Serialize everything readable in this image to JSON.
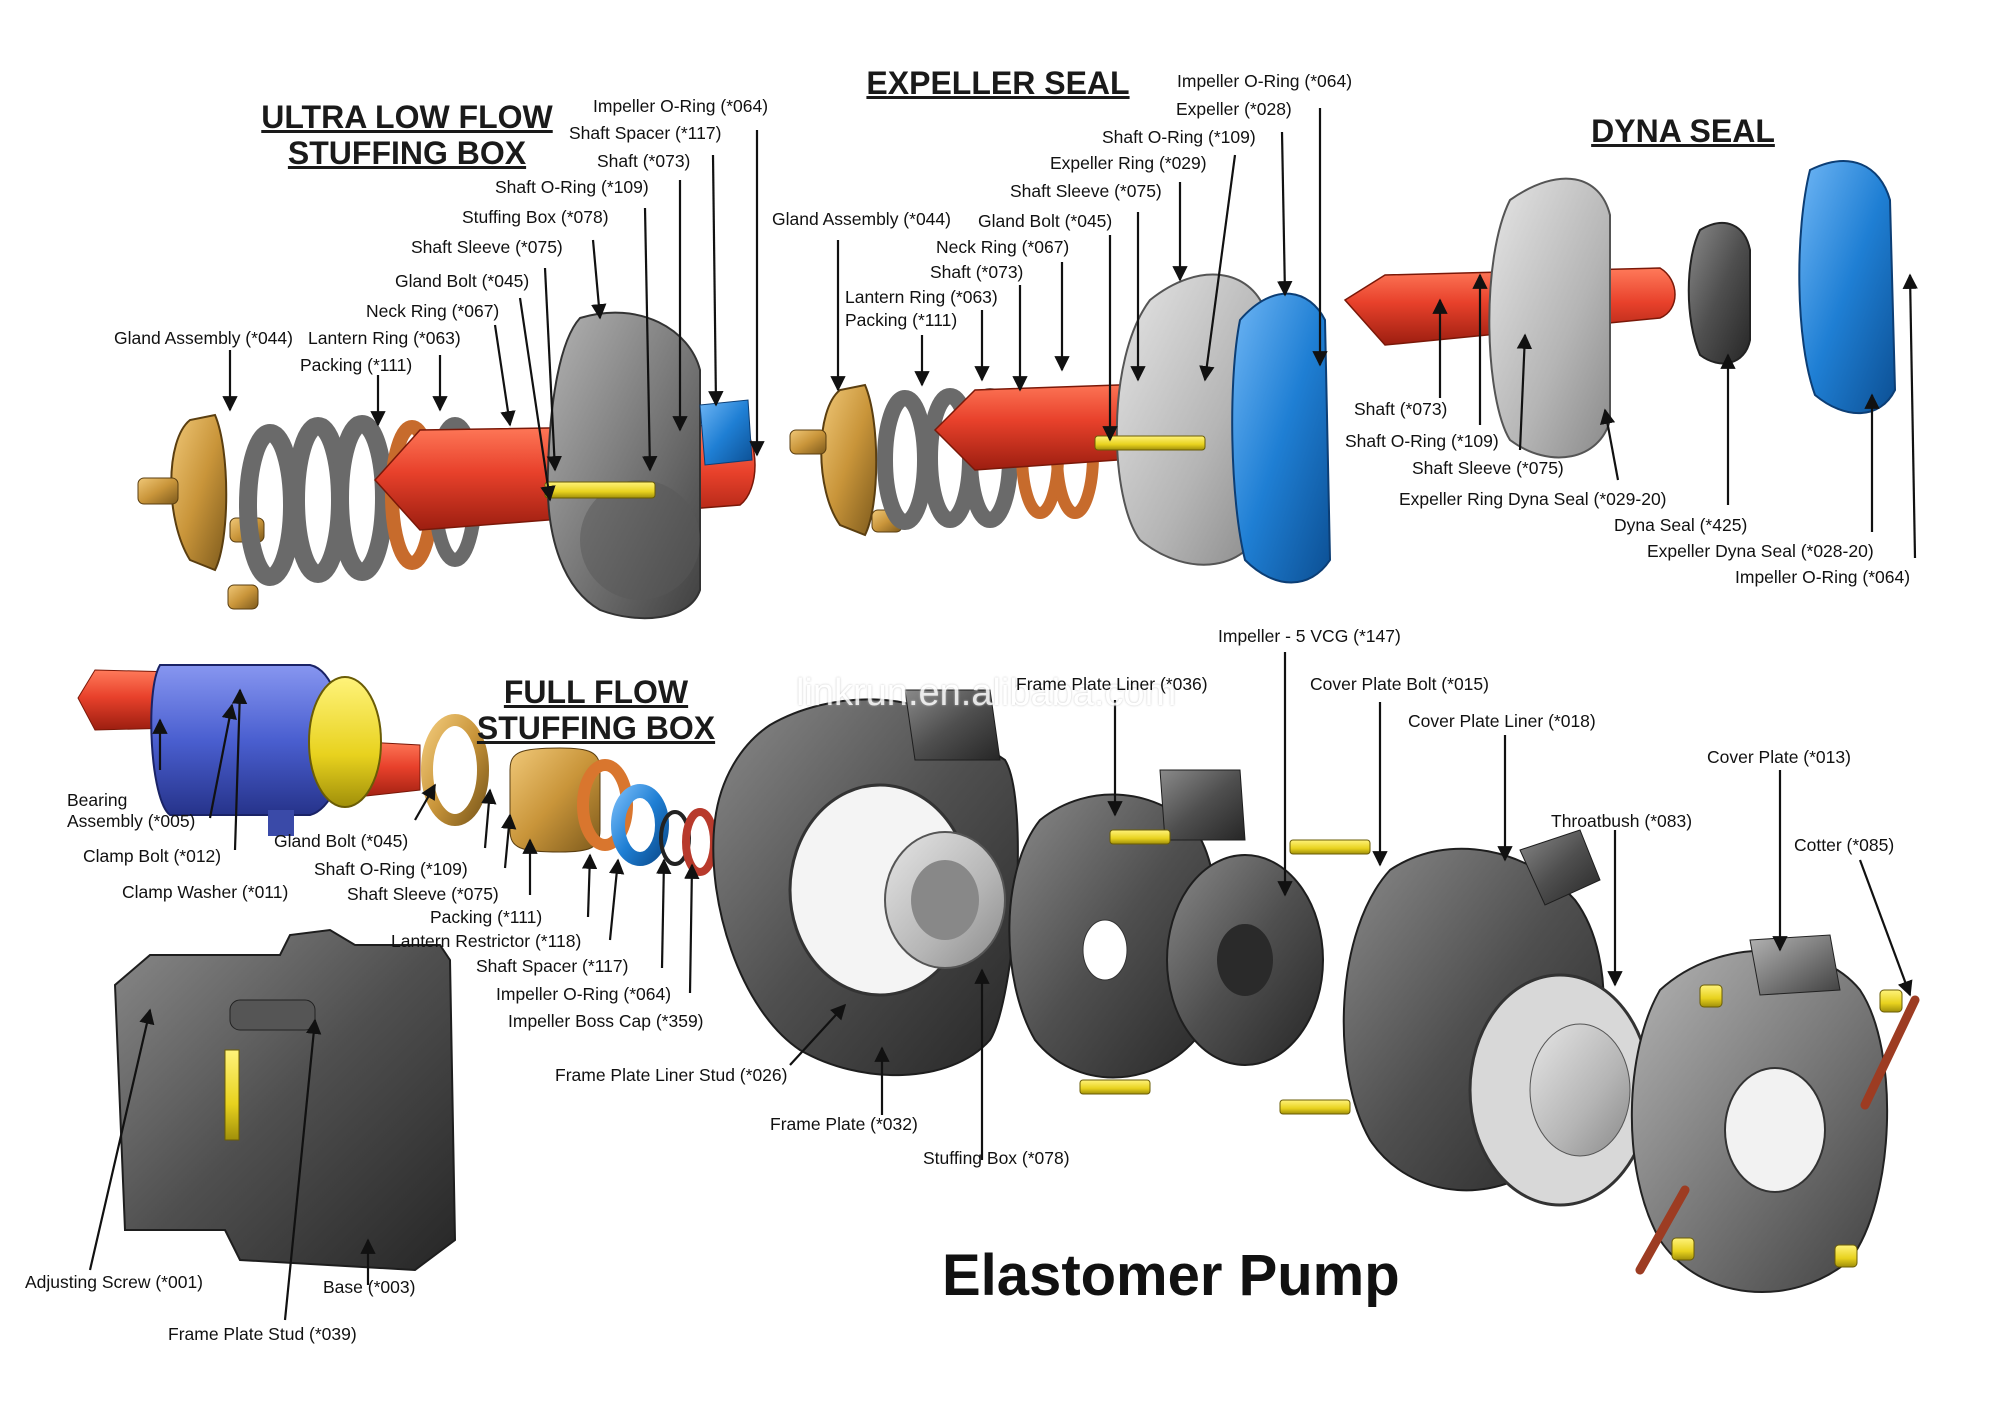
{
  "title": "Elastomer Pump",
  "watermark": "linkrun.en.alibaba.com",
  "sections": {
    "ultra_low_flow": {
      "line1": "ULTRA LOW FLOW",
      "line2": "STUFFING BOX"
    },
    "expeller_seal": {
      "line1": "EXPELLER SEAL"
    },
    "dyna_seal": {
      "line1": "DYNA  SEAL"
    },
    "full_flow": {
      "line1": "FULL  FLOW",
      "line2": "STUFFING BOX"
    }
  },
  "labels": {
    "ulf": [
      "Impeller O-Ring (*064)",
      "Shaft Spacer (*117)",
      "Shaft (*073)",
      "Shaft O-Ring (*109)",
      "Stuffing Box (*078)",
      "Shaft Sleeve (*075)",
      "Gland Bolt (*045)",
      "Neck Ring (*067)",
      "Gland Assembly (*044)",
      "Lantern Ring (*063)",
      "Packing (*111)"
    ],
    "exp": [
      "Impeller O-Ring (*064)",
      "Expeller (*028)",
      "Shaft O-Ring (*109)",
      "Expeller Ring (*029)",
      "Shaft Sleeve (*075)",
      "Gland Bolt (*045)",
      "Gland Assembly (*044)",
      "Neck Ring (*067)",
      "Shaft (*073)",
      "Lantern Ring (*063)",
      "Packing (*111)"
    ],
    "dyna": [
      "Shaft (*073)",
      "Shaft O-Ring (*109)",
      "Shaft Sleeve (*075)",
      "Expeller Ring Dyna Seal (*029-20)",
      "Dyna Seal (*425)",
      "Expeller Dyna Seal (*028-20)",
      "Impeller O-Ring (*064)"
    ],
    "ff": [
      "Bearing",
      "Assembly (*005)",
      "Clamp  Bolt (*012)",
      "Clamp  Washer (*011)",
      "Gland  Bolt (*045)",
      "Shaft O-Ring (*109)",
      "Shaft Sleeve (*075)",
      "Packing (*111)",
      "Lantern  Restrictor (*118)",
      "Shaft Spacer (*117)",
      "Impeller O-Ring (*064)",
      "Impeller Boss Cap (*359)"
    ],
    "pump": [
      "Impeller - 5 VCG (*147)",
      "Frame Plate Liner (*036)",
      "Cover Plate Bolt (*015)",
      "Cover Plate Liner (*018)",
      "Cover Plate (*013)",
      "Throatbush (*083)",
      "Cotter (*085)",
      "Frame Plate Liner Stud (*026)",
      "Frame Plate (*032)",
      "Stuffing Box (*078)",
      "Adjusting Screw (*001)",
      "Base (*003)",
      "Frame Plate Stud (*039)"
    ]
  },
  "colors": {
    "shaft_red": "#e8412b",
    "impeller_blue": "#1f7fd4",
    "brass": "#c9953a",
    "bearing_blue": "#4a5fd0",
    "yellow_bolt": "#e8d21e",
    "casting_grey": "#6f6f6f",
    "packing_grey": "#8a8a8a",
    "cotter_orange": "#e2724f"
  }
}
